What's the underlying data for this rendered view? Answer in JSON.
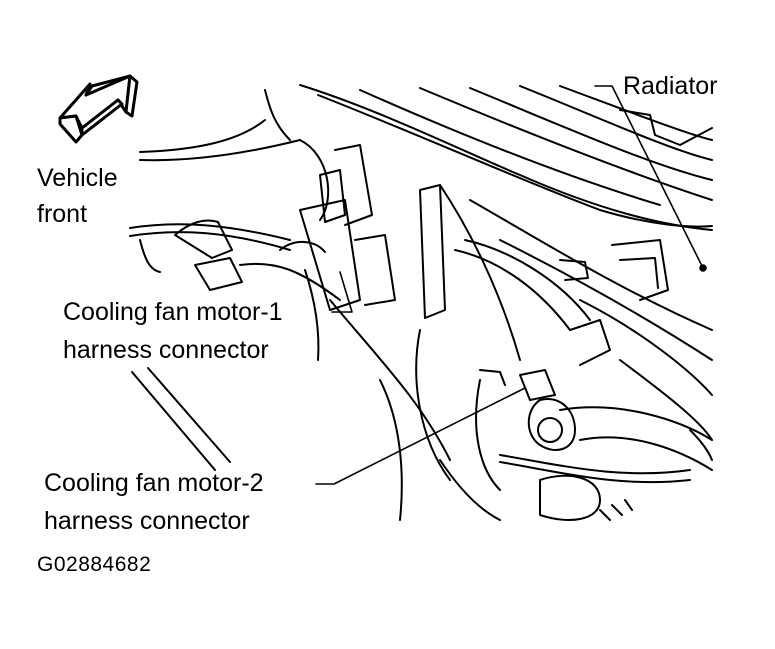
{
  "labels": {
    "radiator": "Radiator",
    "vehicle_front_line1": "Vehicle",
    "vehicle_front_line2": "front",
    "fan1_line1": "Cooling fan motor-1",
    "fan1_line2": "harness connector",
    "fan2_line1": "Cooling fan motor-2",
    "fan2_line2": "harness connector"
  },
  "figure_code": "G02884682",
  "colors": {
    "ink": "#000000",
    "paper": "#ffffff"
  },
  "icons": {
    "direction": "arrow-up-right-3d-icon"
  }
}
